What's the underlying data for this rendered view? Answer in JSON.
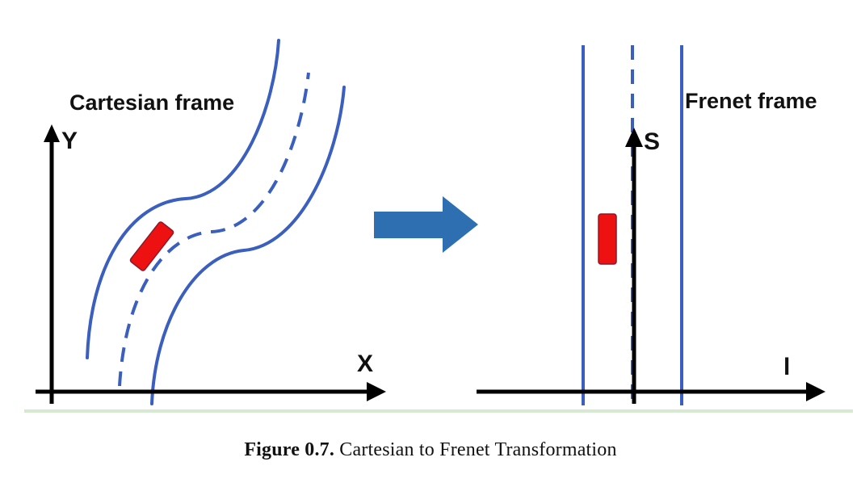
{
  "figure": {
    "left_panel": {
      "title": "Cartesian frame",
      "y_axis_label": "Y",
      "x_axis_label": "X"
    },
    "right_panel": {
      "title": "Frenet frame",
      "s_axis_label": "S",
      "l_axis_label": "l"
    },
    "colors": {
      "road_line": "#3a5fbf",
      "vehicle_fill": "#ee1111",
      "vehicle_stroke": "#8a1a2a",
      "transform_arrow": "#2e6fb2",
      "axis": "#000000",
      "bottom_rule": "#d6ead2"
    },
    "icons": {
      "transform_arrow": "right-arrow-icon"
    }
  },
  "caption": {
    "label": "Figure 0.7.",
    "text": "Cartesian to Frenet Transformation"
  }
}
